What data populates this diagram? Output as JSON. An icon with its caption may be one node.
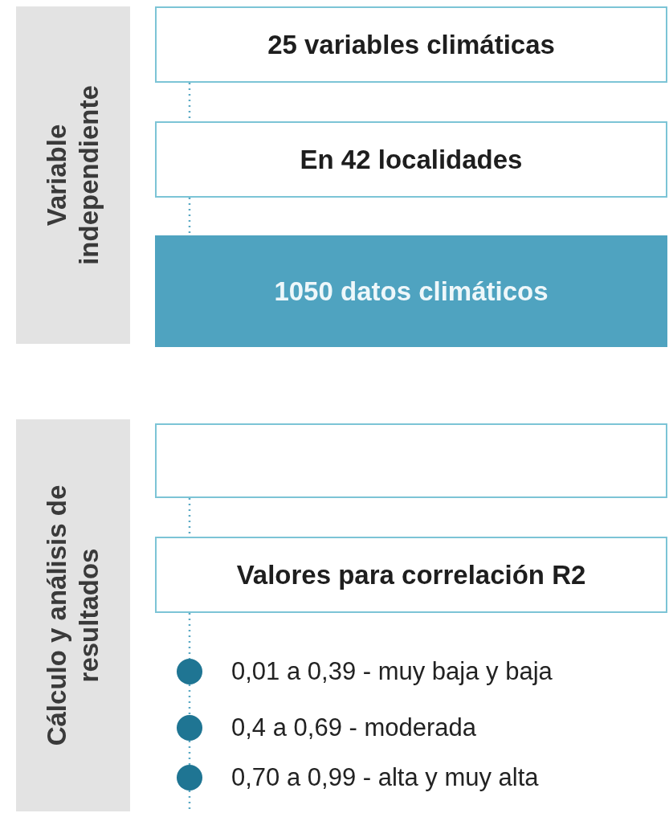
{
  "diagram": {
    "nodes": [
      {
        "text": [
          "Variable independiente"
        ]
      },
      {
        "text": [
          "25 variables climáticas"
        ]
      },
      {
        "text": [
          "En 42 localidades"
        ]
      },
      {
        "text": [
          "1050 datos climáticos"
        ]
      },
      {
        "text": [
          "Cálculo y análisis de resultados"
        ]
      },
      {
        "text": [],
        "shape": "box"
      },
      {
        "text": [
          "Valores para correlación R2"
        ]
      },
      {
        "text": [],
        "shape": "circle",
        "beside": [
          "0,01 a 0,39 - muy baja y baja"
        ]
      },
      {
        "text": [],
        "shape": "circle",
        "beside": [
          "0,4 a 0,69 - moderada"
        ]
      },
      {
        "text": [],
        "shape": "circle",
        "beside": [
          "0,70 a 0,99 - alta y muy alta"
        ]
      }
    ],
    "edges": [
      {
        "from": 1,
        "to": 2,
        "arrow": "none",
        "style": "dashed"
      },
      {
        "from": 2,
        "to": 3,
        "arrow": "none",
        "style": "dashed"
      },
      {
        "from": 5,
        "to": 6,
        "arrow": "none",
        "style": "dashed"
      },
      {
        "from": 6,
        "to": 7,
        "arrow": "none",
        "style": "dashed"
      },
      {
        "from": 7,
        "to": 8,
        "arrow": "none",
        "style": "dashed"
      },
      {
        "from": 8,
        "to": 9,
        "arrow": "none",
        "style": "dashed"
      },
      {
        "from": 9,
        "to": null,
        "arrow": "none",
        "style": "dashed"
      }
    ]
  }
}
